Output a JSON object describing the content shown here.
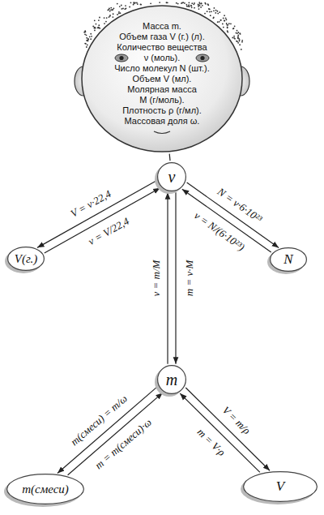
{
  "diagram": {
    "nodes": [
      {
        "text": [
          "Масса m.",
          "Объем газа V (г.) (л).",
          "Количество вещества ν (моль).",
          "Число молекул N (шт.).",
          "Объем V (мл).",
          "Молярная масса M (г/моль).",
          "Плотность ρ (г/мл).",
          "Массовая доля ω."
        ]
      },
      {
        "text": [
          "ν"
        ]
      },
      {
        "text": [
          "V(г.)"
        ]
      },
      {
        "text": [
          "N"
        ]
      },
      {
        "text": [
          "m"
        ]
      },
      {
        "text": [
          "m(смеси)"
        ]
      },
      {
        "text": [
          "V"
        ]
      }
    ],
    "edges": [
      {
        "from": 0,
        "to": 1,
        "arrow": "none"
      },
      {
        "from": 1,
        "to": 2,
        "label": "V = ν·22,4",
        "arrow": "to"
      },
      {
        "from": 2,
        "to": 1,
        "label": "ν = V/22,4",
        "arrow": "to"
      },
      {
        "from": 1,
        "to": 3,
        "label": "N = ν·6·10²³",
        "arrow": "to"
      },
      {
        "from": 3,
        "to": 1,
        "label": "ν = N/(6·10²³)",
        "arrow": "to"
      },
      {
        "from": 4,
        "to": 1,
        "label": "ν = m/M",
        "arrow": "to"
      },
      {
        "from": 1,
        "to": 4,
        "label": "m = ν·M",
        "arrow": "to"
      },
      {
        "from": 4,
        "to": 5,
        "label": "m(смеси) = m/ω",
        "arrow": "to"
      },
      {
        "from": 5,
        "to": 4,
        "label": "m = m(смеси)·ω",
        "arrow": "to"
      },
      {
        "from": 4,
        "to": 6,
        "label": "V = m/ρ",
        "arrow": "to"
      },
      {
        "from": 6,
        "to": 4,
        "label": "m = V·ρ",
        "arrow": "to"
      }
    ]
  }
}
